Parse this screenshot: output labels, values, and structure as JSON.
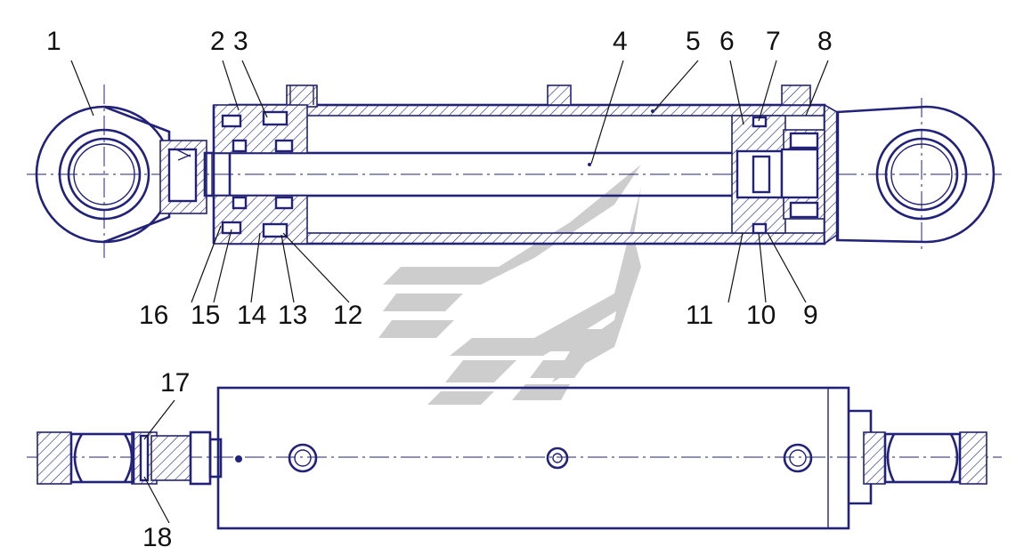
{
  "callouts": [
    {
      "id": "c1",
      "text": "1"
    },
    {
      "id": "c2",
      "text": "2"
    },
    {
      "id": "c3",
      "text": "3"
    },
    {
      "id": "c4",
      "text": "4"
    },
    {
      "id": "c5",
      "text": "5"
    },
    {
      "id": "c6",
      "text": "6"
    },
    {
      "id": "c7",
      "text": "7"
    },
    {
      "id": "c8",
      "text": "8"
    },
    {
      "id": "c9",
      "text": "9"
    },
    {
      "id": "c10",
      "text": "10"
    },
    {
      "id": "c11",
      "text": "11"
    },
    {
      "id": "c12",
      "text": "12"
    },
    {
      "id": "c13",
      "text": "13"
    },
    {
      "id": "c14",
      "text": "14"
    },
    {
      "id": "c15",
      "text": "15"
    },
    {
      "id": "c16",
      "text": "16"
    },
    {
      "id": "c17",
      "text": "17"
    },
    {
      "id": "c18",
      "text": "18"
    }
  ],
  "colors": {
    "line": "#22227a",
    "watermark": "#c8c8c8",
    "background": "#ffffff"
  },
  "icons": {
    "watermark": "stylized-logo-watermark-icon"
  }
}
